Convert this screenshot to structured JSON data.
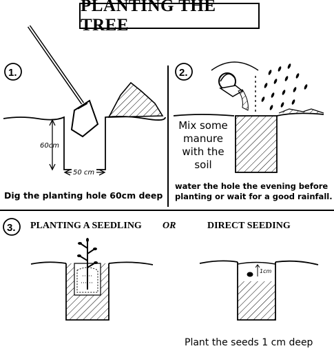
{
  "title": "PLANTING THE TREE",
  "steps": {
    "step1": {
      "number": "1.",
      "depth_label": "60cm",
      "width_label": "50 cm",
      "caption": "Dig the planting hole 60cm deep"
    },
    "step2": {
      "number": "2.",
      "manure_text": "Mix some manure with the soil",
      "caption": "water the hole the evening before planting or wait for a good rainfall."
    },
    "step3": {
      "number": "3.",
      "left_title": "PLANTING A SEEDLING",
      "or": "OR",
      "right_title": "DIRECT SEEDING",
      "seed_depth_label": "1cm",
      "caption": "Plant the seeds 1 cm deep"
    }
  }
}
